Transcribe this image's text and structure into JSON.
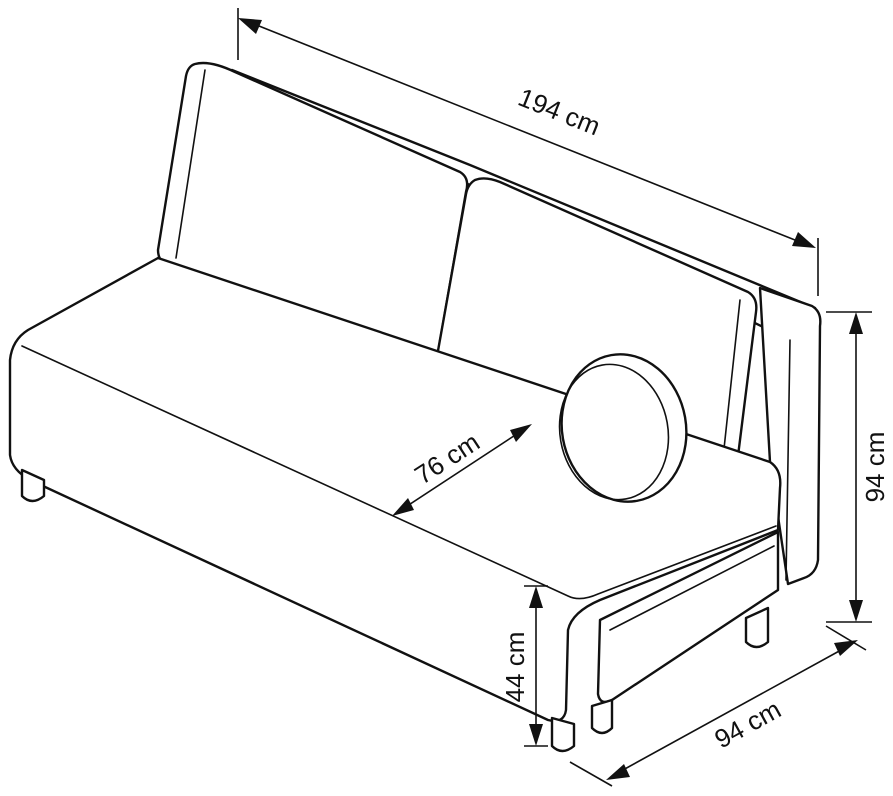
{
  "dimensions": {
    "width": "194 cm",
    "height": "94 cm",
    "depth": "94 cm",
    "seat_depth": "76 cm",
    "seat_height": "44 cm"
  },
  "colors": {
    "line": "#111111",
    "background": "#ffffff"
  }
}
